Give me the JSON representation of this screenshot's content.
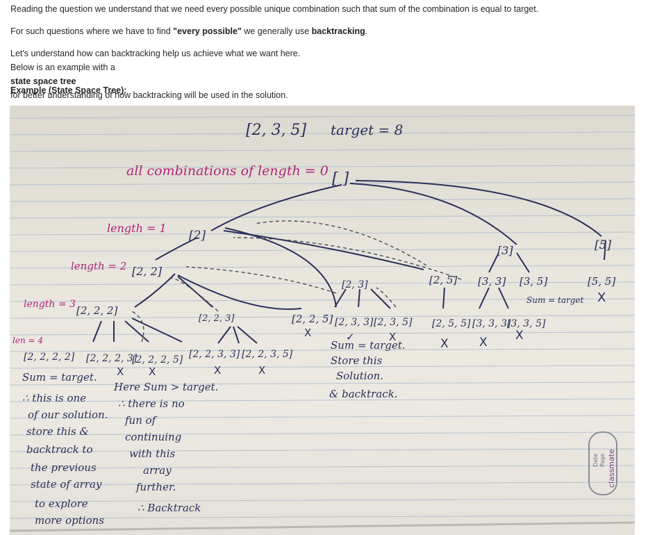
{
  "paragraphs": {
    "p1": "Reading the question we understand that we need every possible unique combination such that sum of the combination is equal to target.",
    "p2_pre": "For such questions where we have to find ",
    "p2_bold1": "\"every possible\"",
    "p2_mid": " we generally use ",
    "p2_bold2": "backtracking",
    "p2_post": ".",
    "p3_line1": "Let's understand how can backtracking help us achieve what we want here.",
    "p3_line2_pre": "Below is an example with a ",
    "p3_line2_bold": "state space tree",
    "p3_line2_post": " for better understanding of how backtracking will be used in the solution.",
    "example_heading": "Example (State Space Tree):"
  },
  "diagram": {
    "header_array": "[2, 3, 5]",
    "header_target": "target = 8",
    "root_caption": "all combinations of length = 0",
    "root": "[ ]",
    "length1_caption": "length = 1",
    "length2_caption": "length = 2",
    "length3_caption": "length = 3",
    "length4_caption": "len = 4",
    "nodes": {
      "n2": "[2]",
      "n3": "[3]",
      "n5": "[5]",
      "n22": "[2, 2]",
      "n23": "[2, 3]",
      "n25": "[2, 5]",
      "n33": "[3, 3]",
      "n35": "[3, 5]",
      "n55": "[5, 5]",
      "n222": "[2, 2, 2]",
      "n223": "[2, 2, 3]",
      "n225": "[2, 2, 5]",
      "n233": "[2, 3, 3]",
      "n235": "[2, 3, 5]",
      "n255": "[2, 5, 5]",
      "n333": "[3, 3, 3]",
      "n335": "[3, 3, 5]",
      "n2222": "[2, 2, 2, 2]",
      "n2223": "[2, 2, 2, 3]",
      "n2225": "[2, 2, 2, 5]",
      "n2233": "[2, 2, 3, 3]",
      "n2235": "[2, 2, 3, 5]"
    },
    "sum_target_35": "Sum = target",
    "cross": "X",
    "check": "✓",
    "note_center": [
      "Sum = target.",
      "Store this",
      "Solution.",
      "& backtrack."
    ],
    "note_left": [
      "Sum = target.",
      "∴ this is one",
      "of our solution.",
      "store this &",
      "backtrack to",
      "the previous",
      "state of array",
      "to explore",
      "more options"
    ],
    "note_mid": [
      "Here Sum > target.",
      "∴ there is no",
      "fun of",
      "continuing",
      "with this",
      "array",
      "further.",
      "∴ Backtrack"
    ],
    "brand": "classmate",
    "brand_date": "Date",
    "brand_page": "Page"
  }
}
